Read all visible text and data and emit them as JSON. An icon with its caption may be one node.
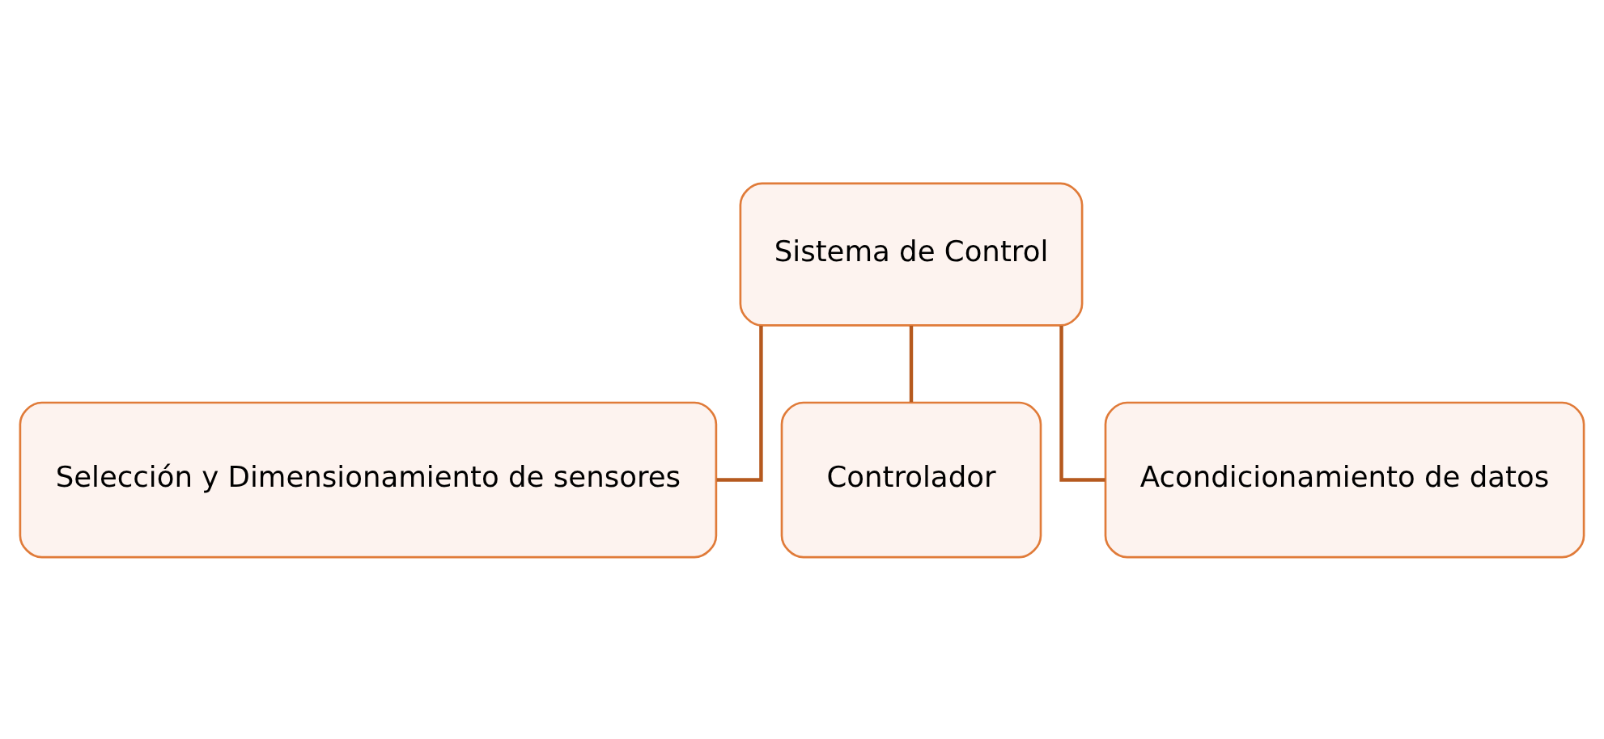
{
  "diagram": {
    "nodes": [
      {
        "text": [
          "Sistema de Control"
        ]
      },
      {
        "text": [
          "Selección y Dimensionamiento de sensores"
        ]
      },
      {
        "text": [
          "Controlador"
        ]
      },
      {
        "text": [
          "Acondicionamiento de datos"
        ]
      }
    ],
    "edges": [
      {
        "from": 0,
        "to": 1,
        "arrow": "none"
      },
      {
        "from": 0,
        "to": 2,
        "arrow": "none"
      },
      {
        "from": 0,
        "to": 3,
        "arrow": "none"
      }
    ]
  }
}
